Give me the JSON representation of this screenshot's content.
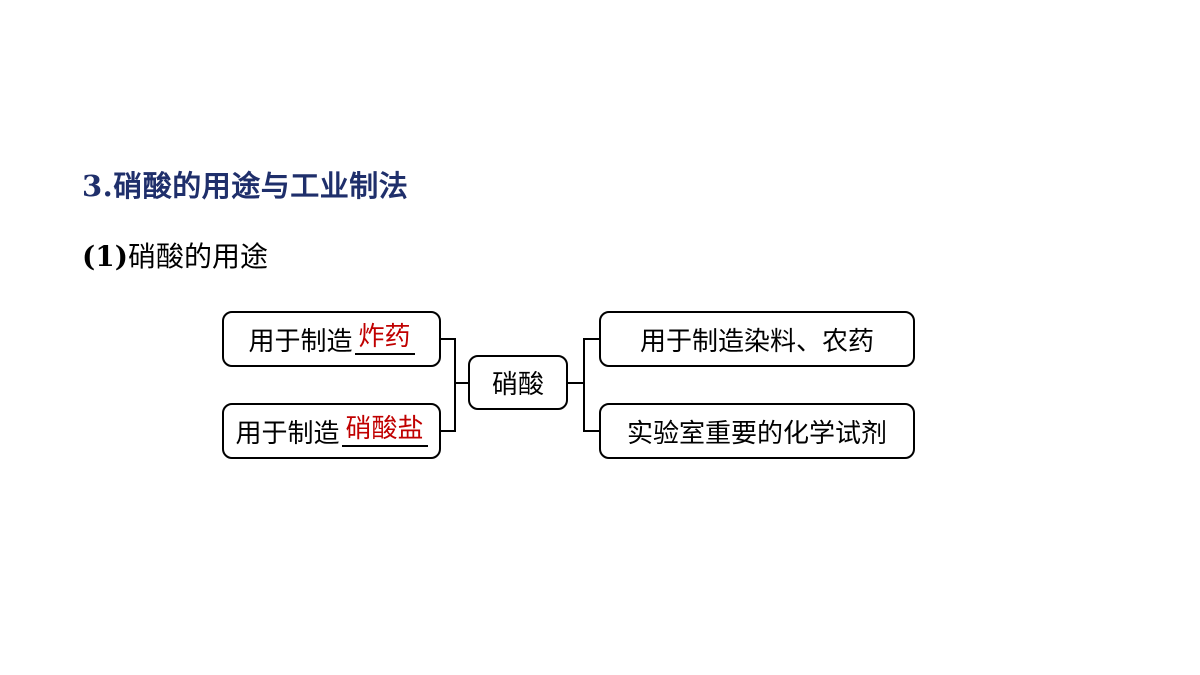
{
  "heading": "3.硝酸的用途与工业制法",
  "subheading": {
    "number": "(1)",
    "text": "硝酸的用途"
  },
  "diagram": {
    "center": "硝酸",
    "left": [
      {
        "prefix": "用于制造",
        "answer": "炸药"
      },
      {
        "prefix": "用于制造",
        "answer": "硝酸盐"
      }
    ],
    "right": [
      {
        "text": "用于制造染料、农药"
      },
      {
        "text": "实验室重要的化学试剂"
      }
    ]
  },
  "colors": {
    "heading": "#1F2F6B",
    "answer": "#C00000"
  }
}
